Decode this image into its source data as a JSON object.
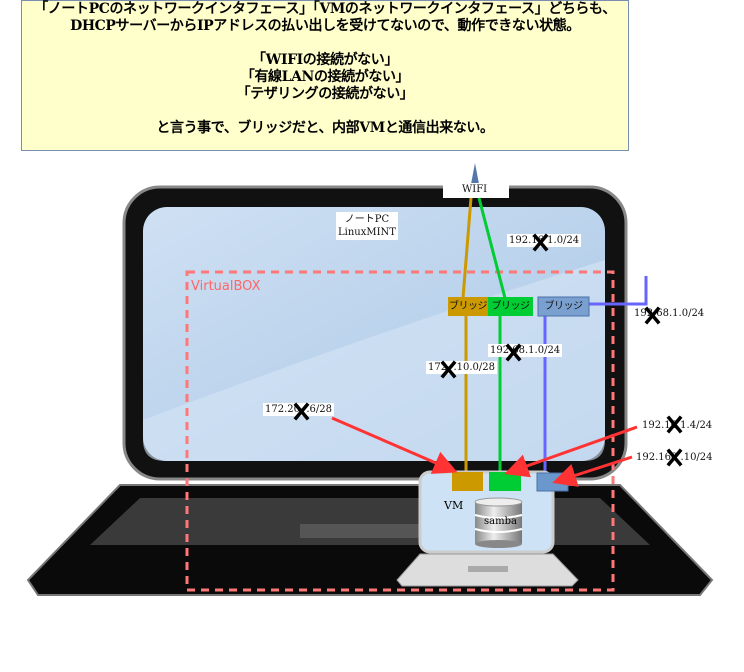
{
  "header": {
    "lines": [
      "「ノートPCのネットワークインタフェース」「VMのネットワークインタフェース」どちらも、",
      "DHCPサーバーからIPアドレスの払い出しを受けてないので、動作できない状態。",
      "",
      "「WIFIの接続がない」",
      "「有線LANの接続がない」",
      "「テザリングの接続がない」",
      "",
      "と言う事で、ブリッジだと、内部VMと通信出来ない。"
    ]
  },
  "wifi_label": "WIFI",
  "host": {
    "line1": "ノートPC",
    "line2": "LinuxMINT"
  },
  "virtualbox_label": "VirtualBOX",
  "bridges": [
    "ブリッジ",
    "ブリッジ",
    "ブリッジ"
  ],
  "networks": {
    "wifi_net": "192.16  1.0/24",
    "lan_net": "192  68.1.0/24",
    "green_net": "192  68.1.0/24",
    "tether_net": "172.  .10.0/28",
    "vm_ip_orange": "172.20.  .6/28",
    "vm_ip_green": "192.16  1.4/24",
    "vm_ip_blue": "192.168  .10/24"
  },
  "vm": {
    "label": "VM",
    "service": "samba"
  },
  "colors": {
    "orange": "#cc9900",
    "green": "#00cc33",
    "blue": "#6666ff",
    "arrow": "#ff3333",
    "vbox": "#ff7777"
  }
}
